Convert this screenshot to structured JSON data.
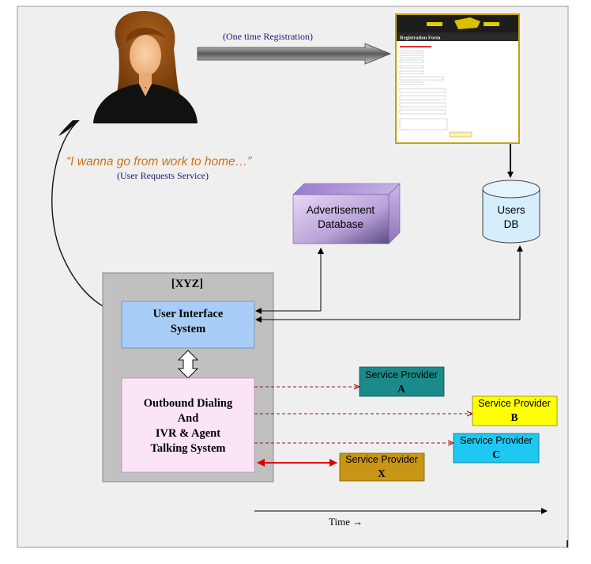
{
  "registration": {
    "label": "(One time Registration)",
    "form_title": "Registration Form"
  },
  "user": {
    "quote": "“I wanna go from work to home…”",
    "request_label": "(User Requests Service)"
  },
  "ad_db": {
    "line1": "Advertisement",
    "line2": "Database"
  },
  "users_db": {
    "line1": "Users",
    "line2": "DB"
  },
  "xyz": {
    "title": "[XYZ]",
    "ui": {
      "line1": "User Interface",
      "line2": "System"
    },
    "dialer": {
      "line1": "Outbound Dialing",
      "line2": "And",
      "line3": "IVR & Agent",
      "line4": "Talking System"
    }
  },
  "providers": [
    {
      "name": "Service Provider",
      "letter": "A",
      "color": "#1a8a8a"
    },
    {
      "name": "Service Provider",
      "letter": "B",
      "color": "#ffff00"
    },
    {
      "name": "Service Provider",
      "letter": "C",
      "color": "#1ec8f0"
    },
    {
      "name": "Service Provider",
      "letter": "X",
      "color": "#c89614"
    }
  ],
  "time_label": "Time →",
  "colors": {
    "dashed_arrow": "#8b1a1a",
    "red_arrow": "#e00000",
    "ui_box": "#a8cef8",
    "dialer_box": "#fbe4f6",
    "xyz_panel": "#c0c0c0",
    "db": "#d6eefc"
  }
}
